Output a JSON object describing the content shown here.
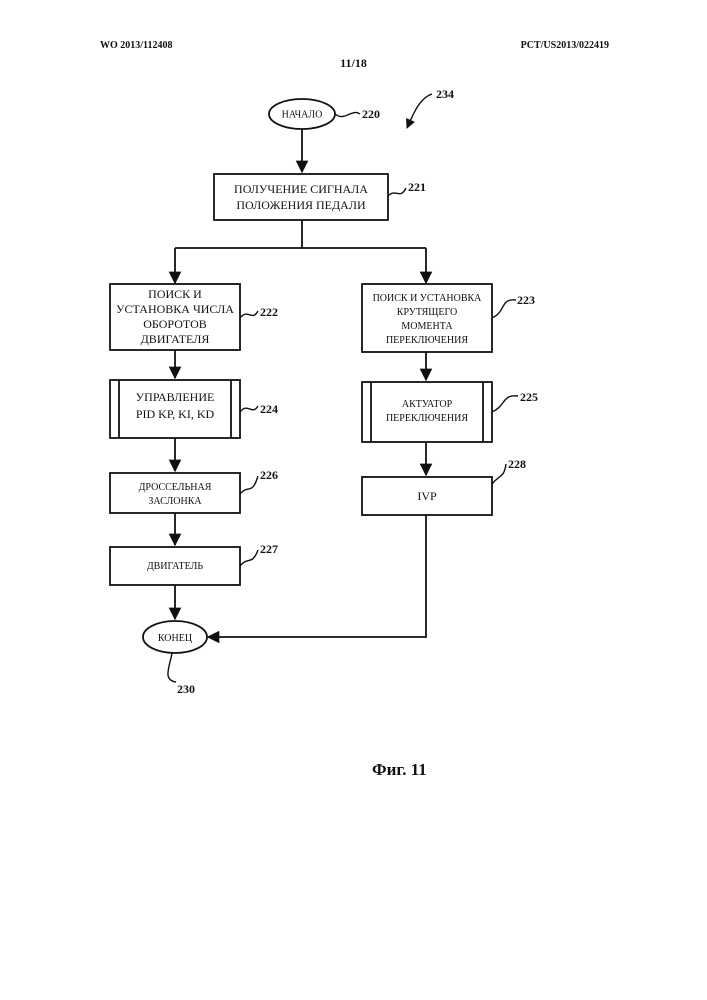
{
  "header": {
    "left": "WO 2013/112408",
    "right": "PCT/US2013/022419",
    "page": "11/18"
  },
  "caption": "Фиг. 11",
  "refs": {
    "diagram": "234",
    "start": "220",
    "pedal": "221",
    "rpm": "222",
    "torque": "223",
    "pid": "224",
    "shift_actuator": "225",
    "throttle": "226",
    "engine": "227",
    "ivp": "228",
    "end": "230"
  },
  "nodes": {
    "start": [
      "НАЧАЛО"
    ],
    "pedal": [
      "ПОЛУЧЕНИЕ СИГНАЛА",
      "ПОЛОЖЕНИЯ ПЕДАЛИ"
    ],
    "rpm": [
      "ПОИСК И",
      "УСТАНОВКА ЧИСЛА",
      "ОБОРОТОВ",
      "ДВИГАТЕЛЯ"
    ],
    "torque": [
      "ПОИСК И УСТАНОВКА",
      "КРУТЯЩЕГО",
      "МОМЕНТА",
      "ПЕРЕКЛЮЧЕНИЯ"
    ],
    "pid": [
      "УПРАВЛЕНИЕ",
      "PID KP, KI, KD"
    ],
    "shift_actuator": [
      "АКТУАТОР",
      "ПЕРЕКЛЮЧЕНИЯ"
    ],
    "throttle": [
      "ДРОССЕЛЬНАЯ",
      "ЗАСЛОНКА"
    ],
    "engine": [
      "ДВИГАТЕЛЬ"
    ],
    "ivp": [
      "IVP"
    ],
    "end": [
      "КОНЕЦ"
    ]
  }
}
